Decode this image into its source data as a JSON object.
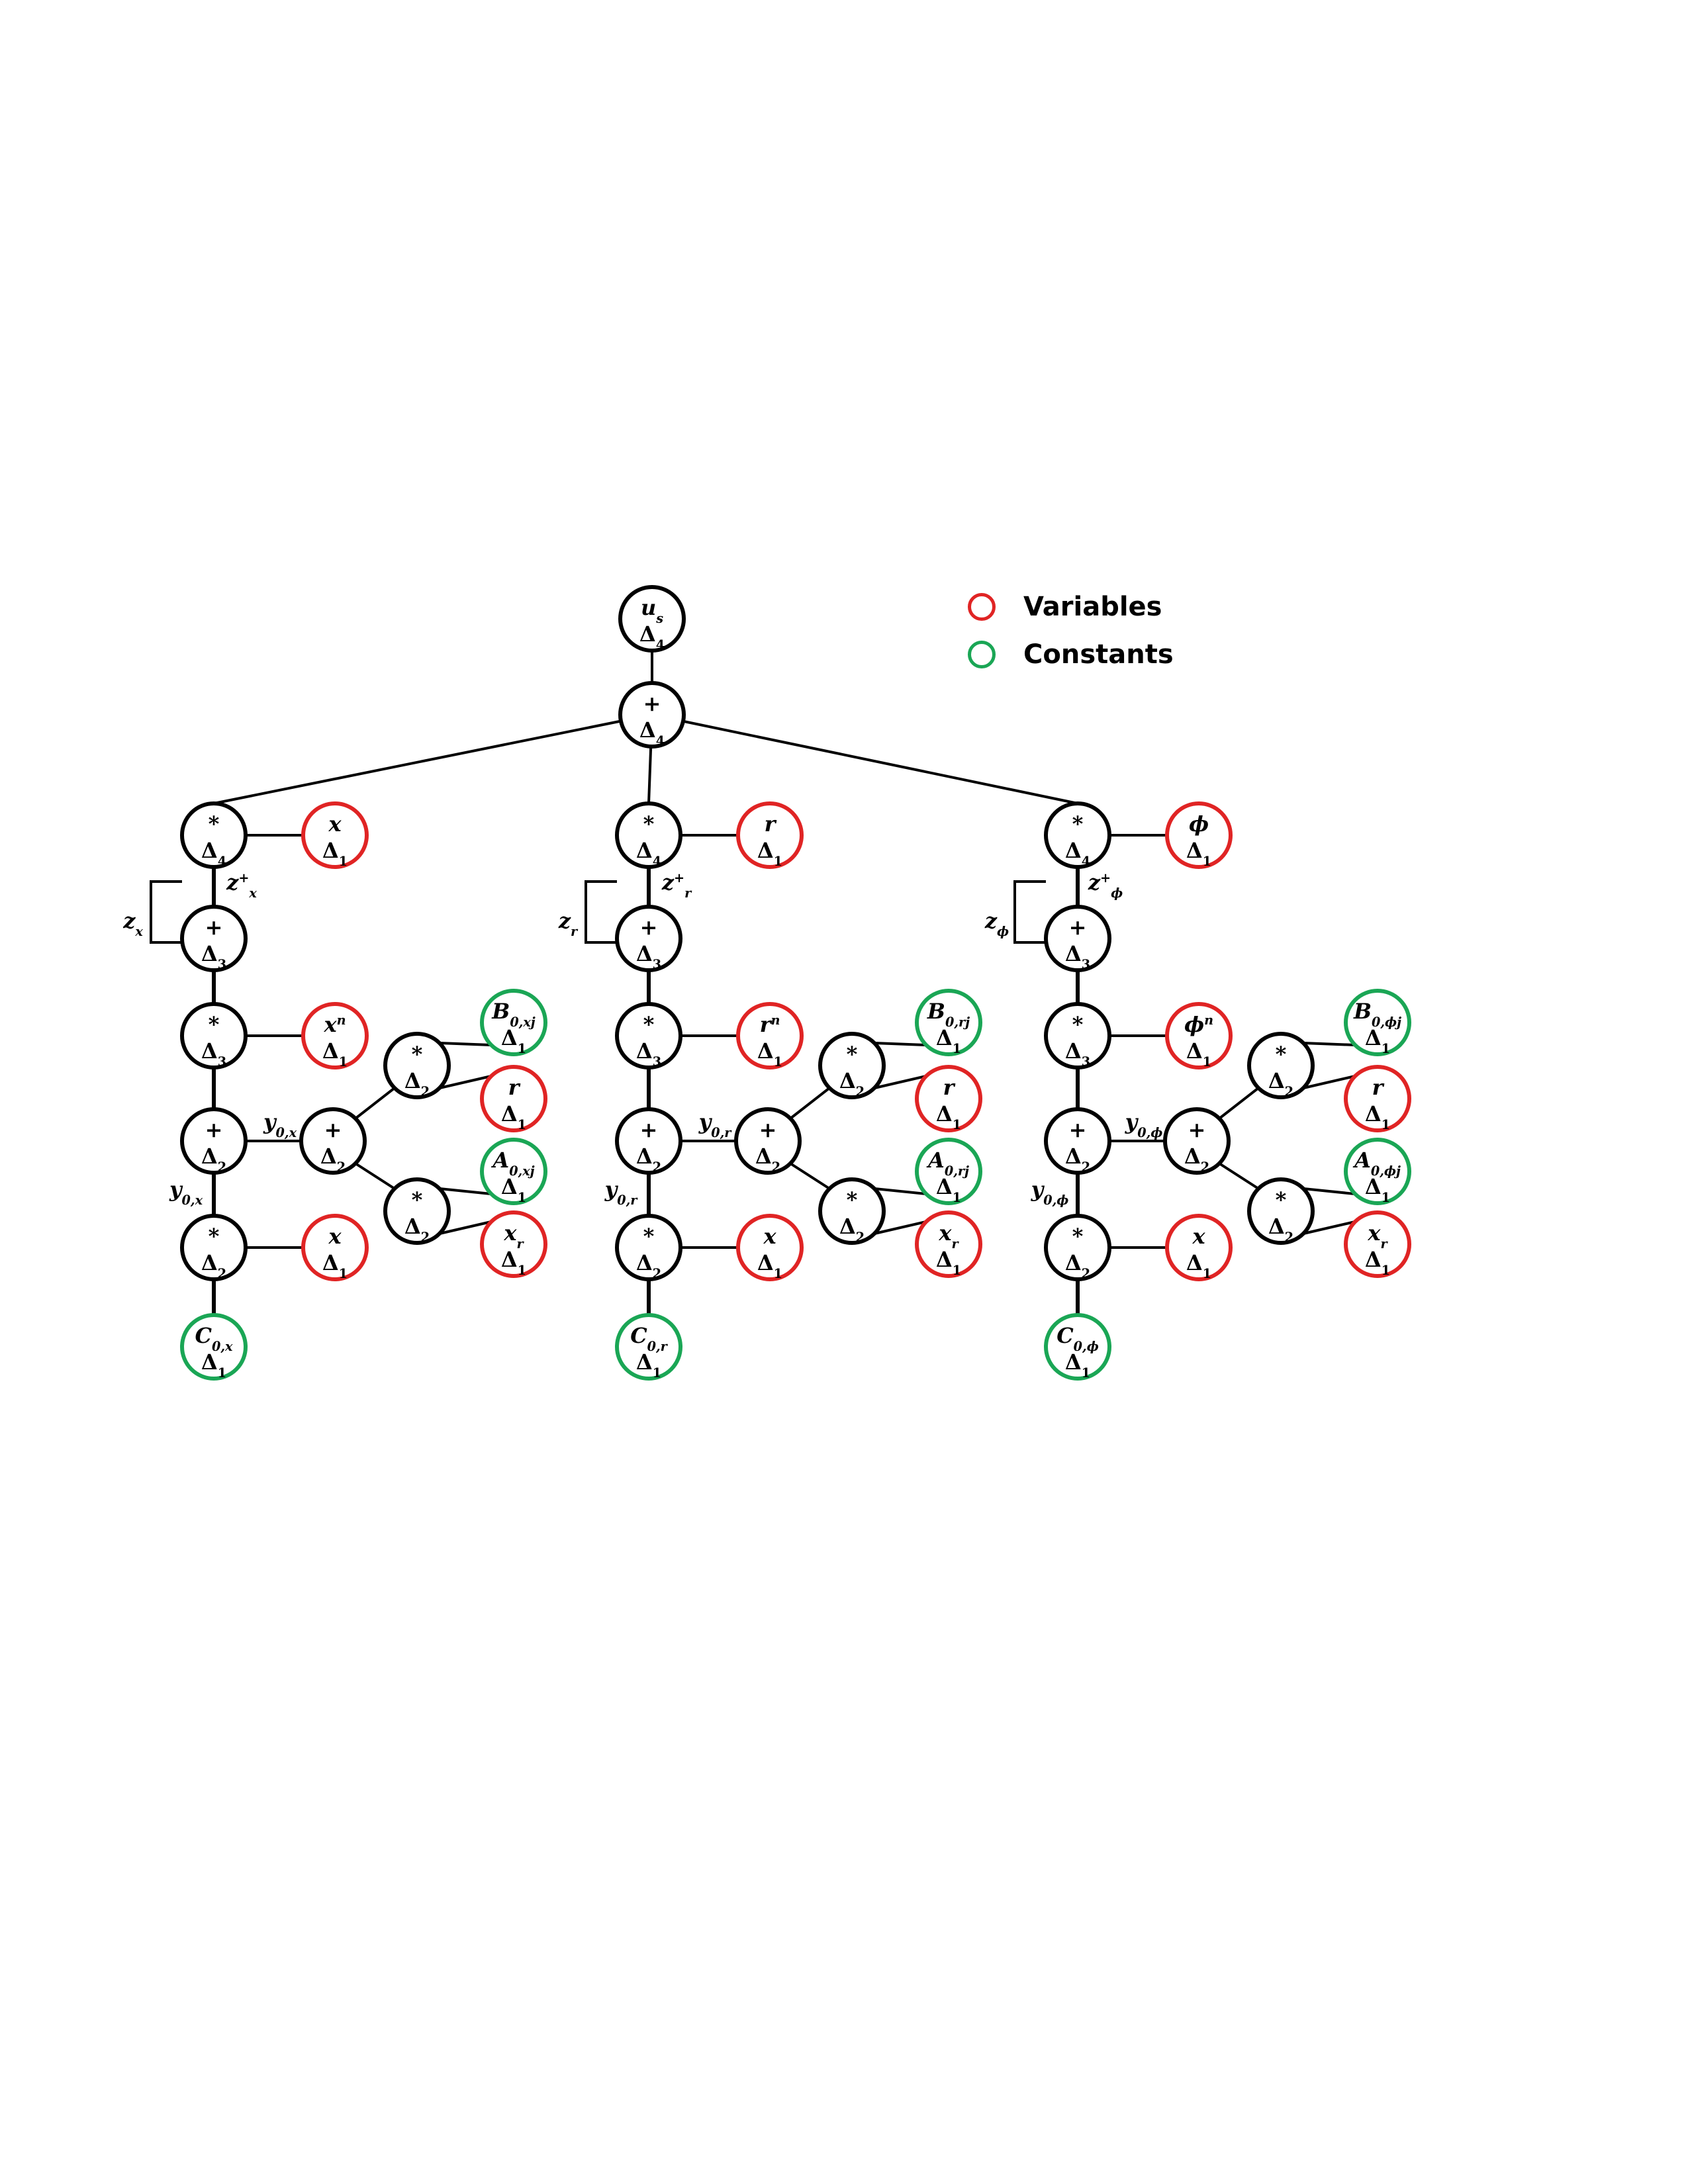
{
  "legend": {
    "items": [
      {
        "label": "Variables",
        "color": "#e02424"
      },
      {
        "label": "Constants",
        "color": "#1aa655"
      }
    ]
  },
  "colors": {
    "variable": "#e02424",
    "constant": "#1aa655",
    "operator": "#000000"
  },
  "diagram": {
    "root": {
      "top": "u",
      "top_sub": "s",
      "bottom": "Δ",
      "bottom_sub": "4"
    },
    "sum": {
      "top": "+",
      "bottom": "Δ",
      "bottom_sub": "4"
    },
    "branches": [
      {
        "id": "x",
        "top_mult": {
          "top": "*",
          "bottom": "Δ",
          "bottom_sub": "4"
        },
        "var_main": {
          "top": "x",
          "bottom": "Δ",
          "bottom_sub": "1"
        },
        "z_label": "z",
        "z_sub": "x",
        "zplus_label": "z",
        "zplus_sub": "x",
        "zplus_sup": "+",
        "plus3": {
          "top": "+",
          "bottom": "Δ",
          "bottom_sub": "3"
        },
        "mult3": {
          "top": "*",
          "bottom": "Δ",
          "bottom_sub": "3"
        },
        "var_n": {
          "top": "x",
          "top_sup": "n",
          "bottom": "Δ",
          "bottom_sub": "1"
        },
        "y_label": "y",
        "y_sub": "0,x",
        "plus2": {
          "top": "+",
          "bottom": "Δ",
          "bottom_sub": "2"
        },
        "mid_plus": {
          "top": "+",
          "bottom": "Δ",
          "bottom_sub": "2"
        },
        "mult_a": {
          "top": "*",
          "bottom": "Δ",
          "bottom_sub": "2"
        },
        "mult_b": {
          "top": "*",
          "bottom": "Δ",
          "bottom_sub": "2"
        },
        "const_b": {
          "top": "B",
          "top_sub": "0,xj",
          "bottom": "Δ",
          "bottom_sub": "1"
        },
        "var_r": {
          "top": "r",
          "bottom": "Δ",
          "bottom_sub": "1"
        },
        "const_a": {
          "top": "A",
          "top_sub": "0,xj",
          "bottom": "Δ",
          "bottom_sub": "1"
        },
        "var_xr": {
          "top": "x",
          "top_sub": "r",
          "bottom": "Δ",
          "bottom_sub": "1"
        },
        "y_label2": "y",
        "y2_sub": "0,x",
        "mult1": {
          "top": "*",
          "bottom": "Δ",
          "bottom_sub": "2"
        },
        "var_low": {
          "top": "x",
          "bottom": "Δ",
          "bottom_sub": "1"
        },
        "const_c": {
          "top": "C",
          "top_sub": "0,x",
          "bottom": "Δ",
          "bottom_sub": "1"
        }
      },
      {
        "id": "r",
        "top_mult": {
          "top": "*",
          "bottom": "Δ",
          "bottom_sub": "4"
        },
        "var_main": {
          "top": "r",
          "bottom": "Δ",
          "bottom_sub": "1"
        },
        "z_label": "z",
        "z_sub": "r",
        "zplus_label": "z",
        "zplus_sub": "r",
        "zplus_sup": "+",
        "plus3": {
          "top": "+",
          "bottom": "Δ",
          "bottom_sub": "3"
        },
        "mult3": {
          "top": "*",
          "bottom": "Δ",
          "bottom_sub": "3"
        },
        "var_n": {
          "top": "r",
          "top_sup": "n",
          "bottom": "Δ",
          "bottom_sub": "1"
        },
        "y_label": "y",
        "y_sub": "0,r",
        "plus2": {
          "top": "+",
          "bottom": "Δ",
          "bottom_sub": "2"
        },
        "mid_plus": {
          "top": "+",
          "bottom": "Δ",
          "bottom_sub": "2"
        },
        "mult_a": {
          "top": "*",
          "bottom": "Δ",
          "bottom_sub": "2"
        },
        "mult_b": {
          "top": "*",
          "bottom": "Δ",
          "bottom_sub": "2"
        },
        "const_b": {
          "top": "B",
          "top_sub": "0,rj",
          "bottom": "Δ",
          "bottom_sub": "1"
        },
        "var_r": {
          "top": "r",
          "bottom": "Δ",
          "bottom_sub": "1"
        },
        "const_a": {
          "top": "A",
          "top_sub": "0,rj",
          "bottom": "Δ",
          "bottom_sub": "1"
        },
        "var_xr": {
          "top": "x",
          "top_sub": "r",
          "bottom": "Δ",
          "bottom_sub": "1"
        },
        "y_label2": "y",
        "y2_sub": "0,r",
        "mult1": {
          "top": "*",
          "bottom": "Δ",
          "bottom_sub": "2"
        },
        "var_low": {
          "top": "x",
          "bottom": "Δ",
          "bottom_sub": "1"
        },
        "const_c": {
          "top": "C",
          "top_sub": "0,r",
          "bottom": "Δ",
          "bottom_sub": "1"
        }
      },
      {
        "id": "phi",
        "top_mult": {
          "top": "*",
          "bottom": "Δ",
          "bottom_sub": "4"
        },
        "var_main": {
          "top": "ϕ",
          "bottom": "Δ",
          "bottom_sub": "1"
        },
        "z_label": "z",
        "z_sub": "ϕ",
        "zplus_label": "z",
        "zplus_sub": "ϕ",
        "zplus_sup": "+",
        "plus3": {
          "top": "+",
          "bottom": "Δ",
          "bottom_sub": "3"
        },
        "mult3": {
          "top": "*",
          "bottom": "Δ",
          "bottom_sub": "3"
        },
        "var_n": {
          "top": "ϕ",
          "top_sup": "n",
          "bottom": "Δ",
          "bottom_sub": "1"
        },
        "y_label": "y",
        "y_sub": "0,ϕ",
        "plus2": {
          "top": "+",
          "bottom": "Δ",
          "bottom_sub": "2"
        },
        "mid_plus": {
          "top": "+",
          "bottom": "Δ",
          "bottom_sub": "2"
        },
        "mult_a": {
          "top": "*",
          "bottom": "Δ",
          "bottom_sub": "2"
        },
        "mult_b": {
          "top": "*",
          "bottom": "Δ",
          "bottom_sub": "2"
        },
        "const_b": {
          "top": "B",
          "top_sub": "0,ϕj",
          "bottom": "Δ",
          "bottom_sub": "1"
        },
        "var_r": {
          "top": "r",
          "bottom": "Δ",
          "bottom_sub": "1"
        },
        "const_a": {
          "top": "A",
          "top_sub": "0,ϕj",
          "bottom": "Δ",
          "bottom_sub": "1"
        },
        "var_xr": {
          "top": "x",
          "top_sub": "r",
          "bottom": "Δ",
          "bottom_sub": "1"
        },
        "y_label2": "y",
        "y2_sub": "0,ϕ",
        "mult1": {
          "top": "*",
          "bottom": "Δ",
          "bottom_sub": "2"
        },
        "var_low": {
          "top": "x",
          "bottom": "Δ",
          "bottom_sub": "1"
        },
        "const_c": {
          "top": "C",
          "top_sub": "0,ϕ",
          "bottom": "Δ",
          "bottom_sub": "1"
        }
      }
    ]
  }
}
